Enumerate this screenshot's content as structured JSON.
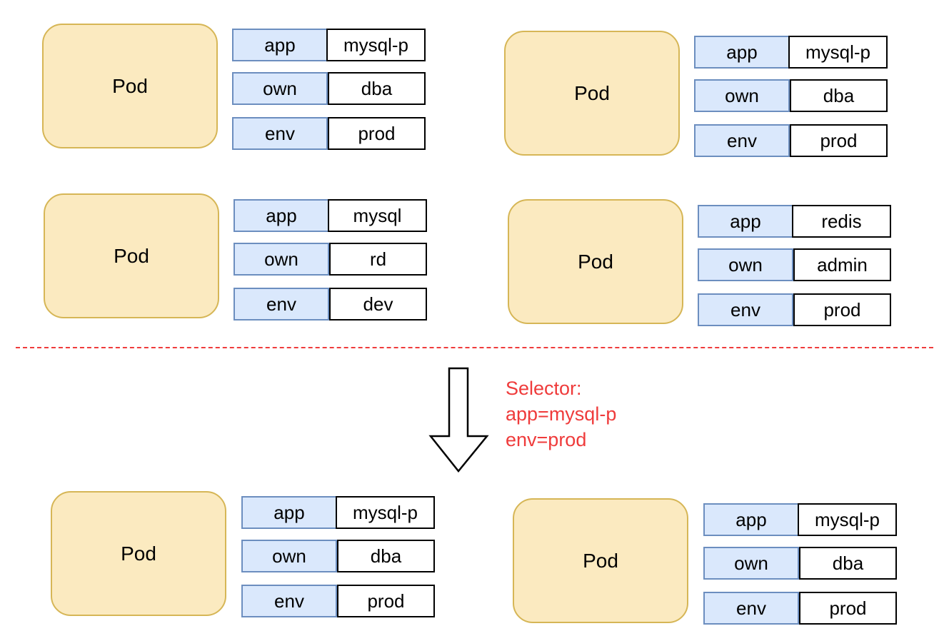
{
  "colors": {
    "pod_fill": "#fbeac0",
    "pod_border": "#d6b656",
    "key_fill": "#dae8fc",
    "key_border": "#6c8ebf",
    "selector_text": "#ef3b3b",
    "divider": "#ef3b3b"
  },
  "pods": [
    {
      "label": "Pod",
      "labels": [
        {
          "key": "app",
          "value": "mysql-p"
        },
        {
          "key": "own",
          "value": "dba"
        },
        {
          "key": "env",
          "value": "prod"
        }
      ]
    },
    {
      "label": "Pod",
      "labels": [
        {
          "key": "app",
          "value": "mysql-p"
        },
        {
          "key": "own",
          "value": "dba"
        },
        {
          "key": "env",
          "value": "prod"
        }
      ]
    },
    {
      "label": "Pod",
      "labels": [
        {
          "key": "app",
          "value": "mysql"
        },
        {
          "key": "own",
          "value": "rd"
        },
        {
          "key": "env",
          "value": "dev"
        }
      ]
    },
    {
      "label": "Pod",
      "labels": [
        {
          "key": "app",
          "value": "redis"
        },
        {
          "key": "own",
          "value": "admin"
        },
        {
          "key": "env",
          "value": "prod"
        }
      ]
    }
  ],
  "selector": {
    "title": "Selector:",
    "rules": [
      "app=mysql-p",
      "env=prod"
    ]
  },
  "selected_pods": [
    {
      "label": "Pod",
      "labels": [
        {
          "key": "app",
          "value": "mysql-p"
        },
        {
          "key": "own",
          "value": "dba"
        },
        {
          "key": "env",
          "value": "prod"
        }
      ]
    },
    {
      "label": "Pod",
      "labels": [
        {
          "key": "app",
          "value": "mysql-p"
        },
        {
          "key": "own",
          "value": "dba"
        },
        {
          "key": "env",
          "value": "prod"
        }
      ]
    }
  ]
}
